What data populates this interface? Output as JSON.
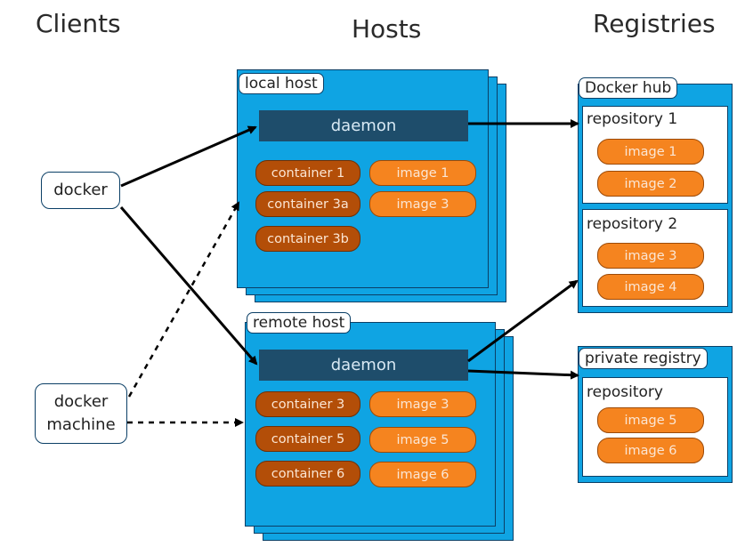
{
  "titles": {
    "clients": "Clients",
    "hosts": "Hosts",
    "registries": "Registries"
  },
  "clients": {
    "docker": "docker",
    "docker_machine_line1": "docker",
    "docker_machine_line2": "machine"
  },
  "local_host": {
    "label": "local host",
    "daemon": "daemon",
    "containers": [
      "container 1",
      "container 3a",
      "container 3b"
    ],
    "images": [
      "image 1",
      "image 3"
    ]
  },
  "remote_host": {
    "label": "remote host",
    "daemon": "daemon",
    "containers": [
      "container 3",
      "container 5",
      "container 6"
    ],
    "images": [
      "image 3",
      "image 5",
      "image 6"
    ]
  },
  "docker_hub": {
    "label": "Docker hub",
    "repositories": [
      {
        "name": "repository 1",
        "images": [
          "image 1",
          "image 2"
        ]
      },
      {
        "name": "repository 2",
        "images": [
          "image 3",
          "image 4"
        ]
      }
    ]
  },
  "private_registry": {
    "label": "private registry",
    "repository": {
      "name": "repository",
      "images": [
        "image 5",
        "image 6"
      ]
    }
  },
  "colors": {
    "host_blue": "#0fa4e3",
    "border_navy": "#0b3f66",
    "daemon_navy": "#1e4d6b",
    "container_brown": "#b34e08",
    "image_orange": "#f5841f"
  }
}
